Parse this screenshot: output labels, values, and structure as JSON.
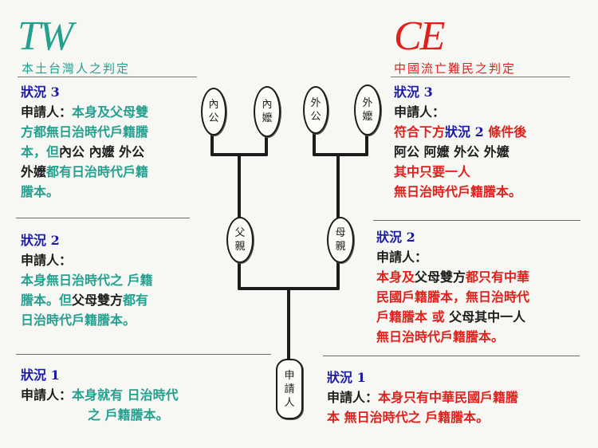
{
  "left": {
    "logo": "TW",
    "subtitle": "本土台灣人之判定",
    "case3": {
      "label": "狀況 3",
      "line1_a": "申請人：",
      "line1_b": "本身及父母雙",
      "line2": "方都無日治時代戶籍謄",
      "line3_a": "本，但",
      "line3_b": "內公 內嬤 外公",
      "line4_a": "外嬤",
      "line4_b": "都有日治時代戶籍",
      "line5": "謄本。"
    },
    "case2": {
      "label": "狀況 2",
      "line1": "申請人：",
      "line2": "本身無日治時代之 戶籍",
      "line3_a": "謄本。但",
      "line3_b": "父母雙方",
      "line3_c": "都有",
      "line4": "日治時代戶籍謄本。"
    },
    "case1": {
      "label": "狀況 1",
      "line1_a": "申請人：",
      "line1_b": "本身就有 日治時代",
      "line2": "之 戶籍謄本。"
    }
  },
  "right": {
    "logo": "CE",
    "subtitle": "中國流亡難民之判定",
    "case3": {
      "label": "狀況 3",
      "line1": "申請人：",
      "line2_a": "符合下方",
      "line2_b": "狀況 2",
      "line2_c": " 條件後",
      "line3": "阿公 阿嬤 外公 外嬤",
      "line4": "其中只要一人",
      "line5": "無日治時代戶籍謄本。"
    },
    "case2": {
      "label": "狀況 2",
      "line1": "申請人：",
      "line2_a": "本身及",
      "line2_b": "父母雙方",
      "line2_c": "都只有中華",
      "line3": "民國戶籍謄本，無日治時代",
      "line4_a": "戶籍謄本 或 ",
      "line4_b": "父母其中一人",
      "line5": "無日治時代戶籍謄本。"
    },
    "case1": {
      "label": "狀況 1",
      "line1_a": "申請人：",
      "line1_b": "本身只有中華民國戶籍謄",
      "line2": "本 無日治時代之 戶籍謄本。"
    }
  },
  "tree": {
    "paternal_grandfather": [
      "內",
      "公"
    ],
    "paternal_grandmother": [
      "內",
      "嬤"
    ],
    "maternal_grandfather": [
      "外",
      "公"
    ],
    "maternal_grandmother": [
      "外",
      "嬤"
    ],
    "father": [
      "父",
      "親"
    ],
    "mother": [
      "母",
      "親"
    ],
    "applicant": [
      "申",
      "請",
      "人"
    ]
  },
  "colors": {
    "teal": "#23a08f",
    "red": "#e0201c",
    "label_blue": "#1a1aa8",
    "ink": "#1c1c1c"
  }
}
